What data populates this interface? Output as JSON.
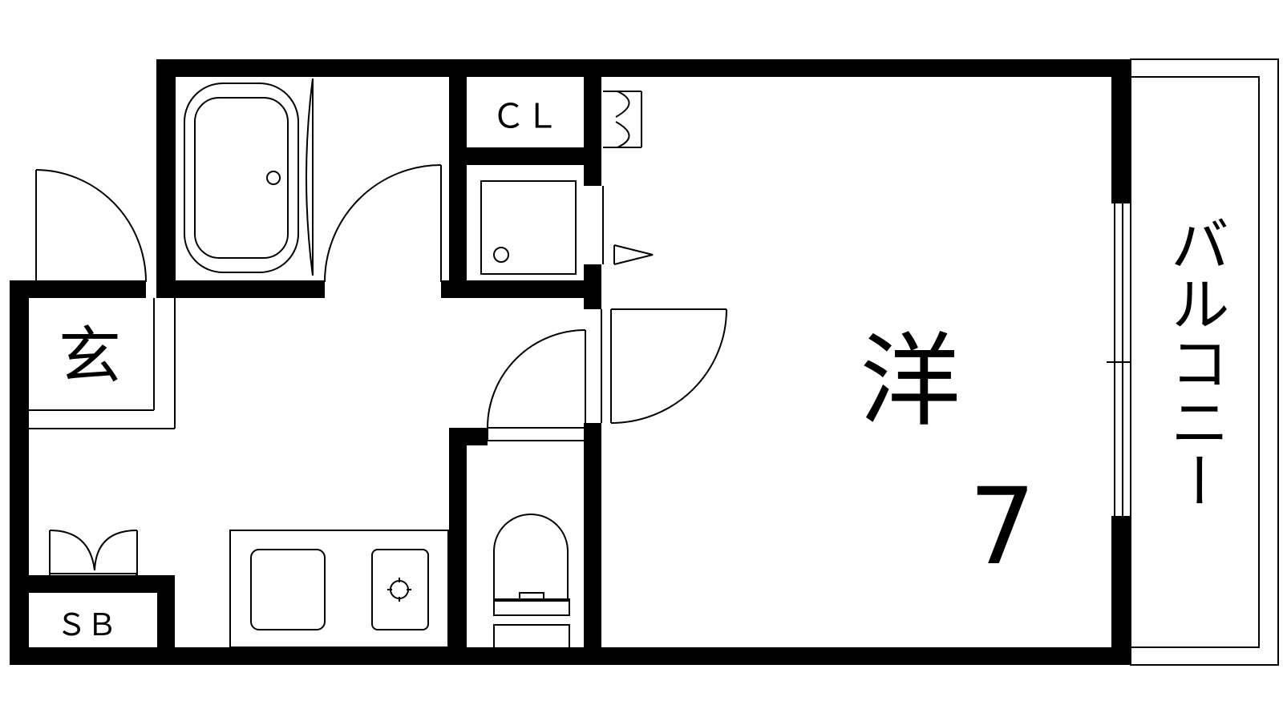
{
  "floorplan": {
    "labels": {
      "entrance": "玄",
      "closet": "ＣＬ",
      "shoe_box": "ＳＢ",
      "western_room": "洋",
      "room_size": "7",
      "balcony": "バルコニー"
    },
    "colors": {
      "wall": "#000000",
      "line": "#000000",
      "background": "#ffffff"
    }
  }
}
